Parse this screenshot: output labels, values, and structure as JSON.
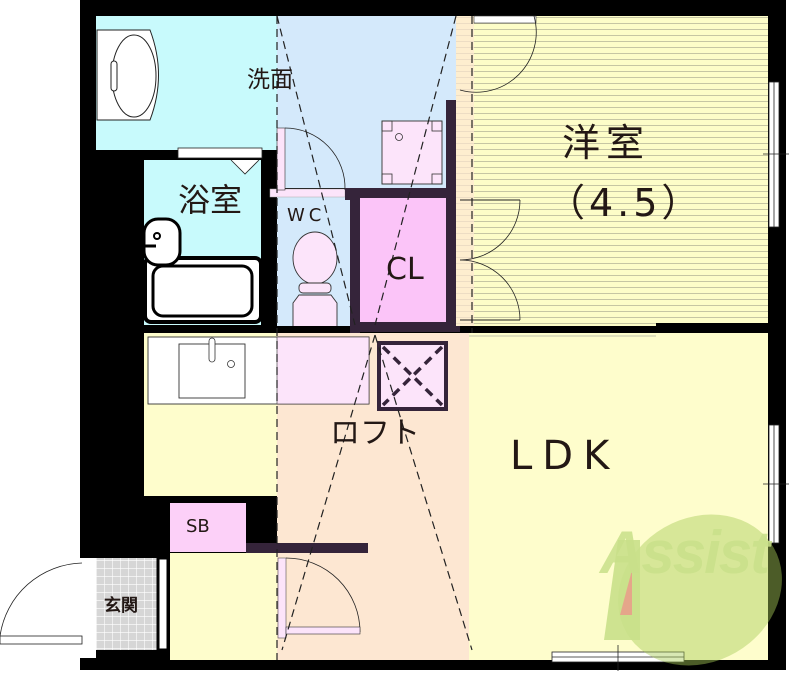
{
  "floor_plan": {
    "rooms": [
      {
        "id": "washroom",
        "label": "洗面",
        "color": "#d4e9fb"
      },
      {
        "id": "bath",
        "label": "浴室",
        "color": "#c8fafc"
      },
      {
        "id": "wc",
        "label": "WC",
        "color": "#d4e9fb"
      },
      {
        "id": "closet",
        "label": "CL",
        "color": "#fbc4f8"
      },
      {
        "id": "bedroom",
        "label": "洋室",
        "size": "（4.5）",
        "color": "#fdfdc8"
      },
      {
        "id": "loft",
        "label": "ロフト",
        "color": "#fde7d2"
      },
      {
        "id": "ldk",
        "label": "LDK",
        "color": "#fefdcc"
      },
      {
        "id": "shoe_box",
        "label": "SB",
        "color": "#fcd0f8"
      },
      {
        "id": "entrance",
        "label": "玄関",
        "color": "#d9d9d9"
      }
    ],
    "watermark": {
      "text": "Assist",
      "color": "#c9e08a",
      "accent": "#e8a08a"
    },
    "colors": {
      "wall": "#000000",
      "inner_wall": "#35243a",
      "dashed_line": "#2a2a2a"
    }
  }
}
